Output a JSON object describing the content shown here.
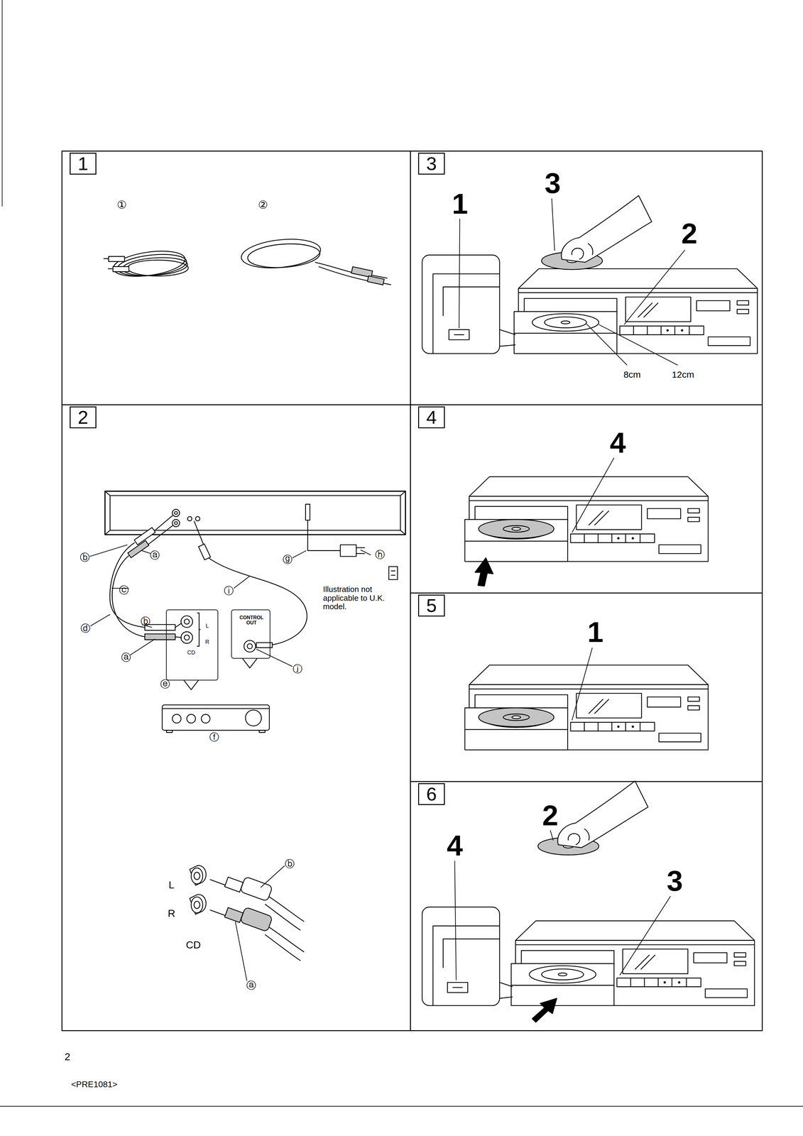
{
  "diagram": {
    "nodes": [
      {
        "text": [
          "1"
        ]
      },
      {
        "text": [
          "2"
        ]
      },
      {
        "text": [
          "L",
          "R",
          "CD"
        ],
        "in": 1
      },
      {
        "text": [
          "CONTROL OUT"
        ],
        "in": 1
      },
      {
        "text": [
          "3"
        ]
      },
      {
        "text": [
          "4"
        ]
      },
      {
        "text": [
          "5"
        ]
      },
      {
        "text": [
          "6"
        ]
      }
    ],
    "labels": [
      "①",
      "②",
      "1",
      "3",
      "2",
      "8cm",
      "12cm",
      "ⓑ",
      "ⓐ",
      "ⓒ",
      "ⓓ",
      "ⓑ",
      "ⓐ",
      "ⓔ",
      "ⓕ",
      "ⓖ",
      "ⓗ",
      "ⓘ",
      "ⓙ",
      "Illustration not applicable to U.K. model.",
      "4",
      "1",
      "4",
      "2",
      "3",
      "L",
      "R",
      "CD",
      "ⓑ",
      "ⓐ",
      "2",
      "<PRE1081>"
    ]
  }
}
